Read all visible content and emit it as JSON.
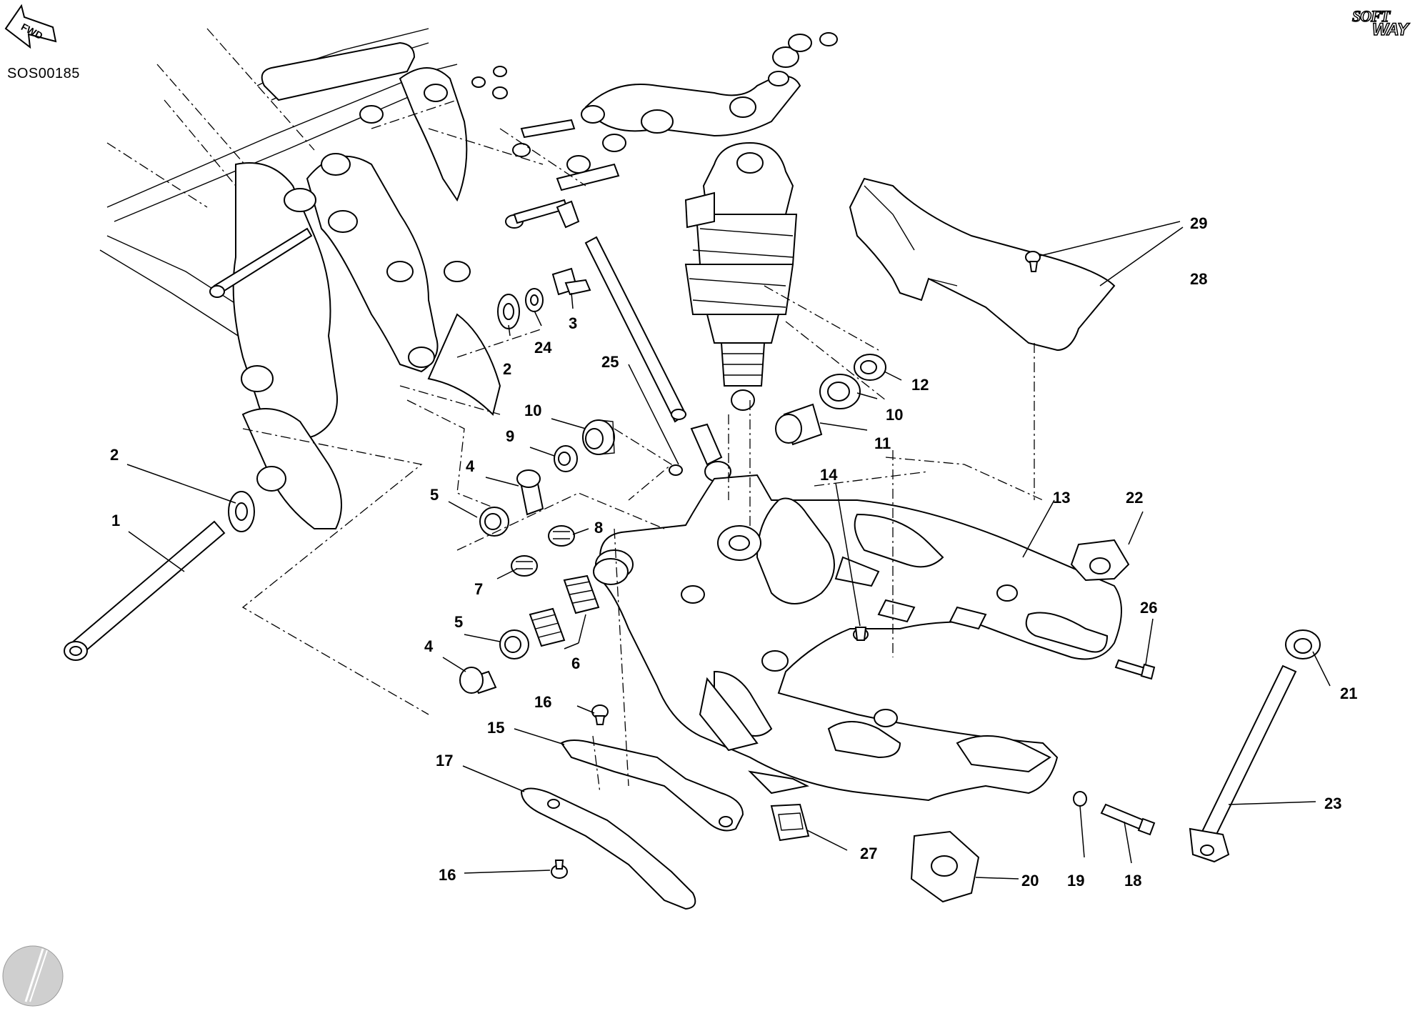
{
  "drawing": {
    "code": "SOS00185",
    "fwd_label": "FWD",
    "logo_top": "SOFT",
    "logo_bottom": "WAY"
  },
  "callouts": [
    {
      "id": "c1",
      "text": "1"
    },
    {
      "id": "c2a",
      "text": "2"
    },
    {
      "id": "c2b",
      "text": "2"
    },
    {
      "id": "c3",
      "text": "3"
    },
    {
      "id": "c4a",
      "text": "4"
    },
    {
      "id": "c4b",
      "text": "4"
    },
    {
      "id": "c5a",
      "text": "5"
    },
    {
      "id": "c5b",
      "text": "5"
    },
    {
      "id": "c6",
      "text": "6"
    },
    {
      "id": "c7",
      "text": "7"
    },
    {
      "id": "c8",
      "text": "8"
    },
    {
      "id": "c9",
      "text": "9"
    },
    {
      "id": "c10a",
      "text": "10"
    },
    {
      "id": "c10b",
      "text": "10"
    },
    {
      "id": "c11",
      "text": "11"
    },
    {
      "id": "c12",
      "text": "12"
    },
    {
      "id": "c13",
      "text": "13"
    },
    {
      "id": "c14",
      "text": "14"
    },
    {
      "id": "c15",
      "text": "15"
    },
    {
      "id": "c16a",
      "text": "16"
    },
    {
      "id": "c16b",
      "text": "16"
    },
    {
      "id": "c17",
      "text": "17"
    },
    {
      "id": "c18",
      "text": "18"
    },
    {
      "id": "c19",
      "text": "19"
    },
    {
      "id": "c20",
      "text": "20"
    },
    {
      "id": "c21",
      "text": "21"
    },
    {
      "id": "c22",
      "text": "22"
    },
    {
      "id": "c23",
      "text": "23"
    },
    {
      "id": "c24",
      "text": "24"
    },
    {
      "id": "c25",
      "text": "25"
    },
    {
      "id": "c26",
      "text": "26"
    },
    {
      "id": "c27",
      "text": "27"
    },
    {
      "id": "c28",
      "text": "28"
    },
    {
      "id": "c29",
      "text": "29"
    }
  ]
}
